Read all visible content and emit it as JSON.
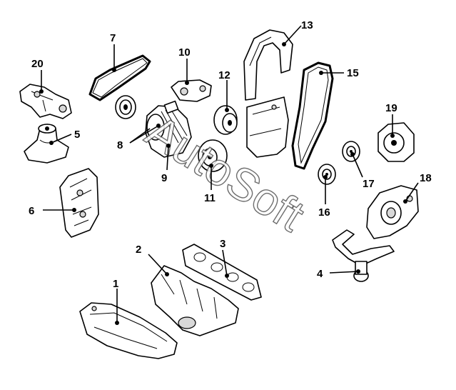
{
  "watermark": "AutoSoft",
  "callouts": [
    {
      "id": "1",
      "label": "1"
    },
    {
      "id": "2",
      "label": "2"
    },
    {
      "id": "3",
      "label": "3"
    },
    {
      "id": "4",
      "label": "4"
    },
    {
      "id": "5",
      "label": "5"
    },
    {
      "id": "6",
      "label": "6"
    },
    {
      "id": "7",
      "label": "7"
    },
    {
      "id": "8",
      "label": "8"
    },
    {
      "id": "9",
      "label": "9"
    },
    {
      "id": "10",
      "label": "10"
    },
    {
      "id": "11",
      "label": "11"
    },
    {
      "id": "12",
      "label": "12"
    },
    {
      "id": "13",
      "label": "13"
    },
    {
      "id": "15",
      "label": "15"
    },
    {
      "id": "16",
      "label": "16"
    },
    {
      "id": "17",
      "label": "17"
    },
    {
      "id": "18",
      "label": "18"
    },
    {
      "id": "19",
      "label": "19"
    },
    {
      "id": "20",
      "label": "20"
    }
  ]
}
